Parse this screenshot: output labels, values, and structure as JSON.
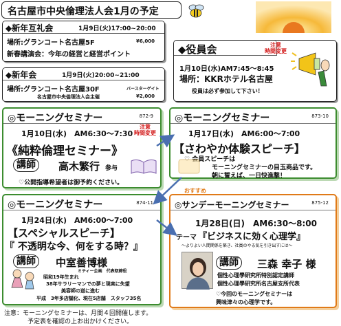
{
  "header": {
    "title": "名古屋市中央倫理法人会1月の予定"
  },
  "new_year_party": {
    "title": "◆新年互礼会",
    "datetime": "1月9日(火)17:00~20:00",
    "venue": "場所:グランコート名古屋5F",
    "fee": "¥6,000",
    "lecture": "新春講演会：今年の経営と経営ポイント"
  },
  "new_year_meeting": {
    "title": "◆新年会",
    "datetime": "1月9日(火)20:00~21:00",
    "venue": "場所:グランコート名古屋30F",
    "venue_sub": "バースターゲイト",
    "host": "名古屋市中央倫理法人会主催",
    "fee": "¥2,000"
  },
  "officers": {
    "title": "◆役員会",
    "note": "注意\n時間変更",
    "datetime": "1月10日(水)AM7:45～8:45",
    "venue": "場所：KKRホテル名古屋",
    "remark": "役員は必ず参加して下さい！"
  },
  "seminar1": {
    "head": "◎モーニングセミナー",
    "num": "872-9",
    "datetime": "1月10日(水)　AM6:30～7:30",
    "note": "注意\n時間変更",
    "theme": "《純粋倫理セミナー》",
    "lecturer_label": "講師",
    "lecturer": "高木繁行",
    "lecturer_suffix": "参与",
    "public": "♡公開指導希望者は御予約ください。"
  },
  "seminar2": {
    "head": "◎モーニングセミナー",
    "num": "873-10",
    "datetime": "1月17日(水)　AM6:00～7:00",
    "theme": "【さわやか体験スピーチ】",
    "desc1": "♡ 会員スピーチは",
    "desc2": "モーニングセミナーの目玉商品です。",
    "desc3": "朝に誓えば、一日快進撃！"
  },
  "seminar3": {
    "head": "◎モーニングセミナー",
    "num": "874-11",
    "datetime": "1月24日(水)　AM6:00～7:00",
    "theme": "【スペシャルスピーチ】",
    "subtheme": "『 不透明な今、何をする時？』",
    "lecturer_label": "講師",
    "lecturer": "中室善博様",
    "company": "ミティー企画　代表取締役",
    "bio1": "昭和19年生まれ",
    "bio2": "38年サラリーマンでの夢と現実に失望",
    "bio3": "美容師の道に進む",
    "bio4": "平成　3年多店舗化、現在5店舗　スタッフ35名"
  },
  "sunday": {
    "badge": "おすすめ",
    "head": "◎サンデーモーニングセミナー",
    "num": "875-12",
    "datetime": "1月28日(日)　AM6:30～8:00",
    "theme_prefix": "テーマ",
    "theme": "『ビジネスに効く心理学』",
    "subtitle": "～よりよい人間関係を築き、社員のやる気を引き出すには～",
    "lecturer_label": "講師",
    "lecturer": "三森 幸子 様",
    "org1": "個性心理學研究所特別認定講師",
    "org2": "個性心理學研究所名古屋支所代表",
    "desc1": "♡今回のモーニングセミナーは",
    "desc2": "興味津々の心理学です。"
  },
  "footer": {
    "line1": "注意：モーニングセミナーは、月間４回開催します。",
    "line2": "予定表を確認の上お出かけください。"
  }
}
